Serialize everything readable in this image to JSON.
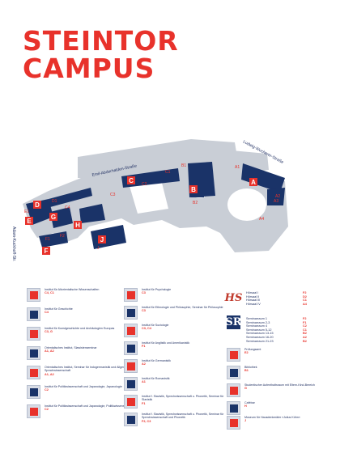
{
  "title": {
    "line1": "STEINTOR",
    "line2": "CAMPUS"
  },
  "map": {
    "streets": {
      "ludwig": "Ludwig-Wucherer-Straße",
      "emil": "Emil-Abderhalden-Straße",
      "adam": "Adam-Kuckhoff-Str."
    },
    "buildings": [
      "A",
      "B",
      "C",
      "D",
      "E",
      "F",
      "G",
      "H",
      "J"
    ],
    "labels": [
      "A1",
      "A2",
      "A3",
      "A4",
      "B1",
      "B2",
      "C1",
      "C2",
      "C3",
      "C4",
      "D1",
      "E1",
      "F1",
      "F2",
      "J"
    ]
  },
  "legend": {
    "col1": [
      {
        "name": "Institut für Altorientalische Wissenschaften",
        "code": "C4, C1"
      },
      {
        "name": "Institut für Geschichte",
        "code": "C4"
      },
      {
        "name": "Institut für Kunstgeschichte und Archäologien Europas",
        "code": "C3, G"
      },
      {
        "name": "Orientalisches Institut, Slawistenseminar",
        "code": "A1, A2"
      },
      {
        "name": "Orientalisches Institut, Seminar für Indogermanistik und Allgemeine Sprachwissenschaft",
        "code": "A1, A2"
      },
      {
        "name": "Institut für Politikwissenschaft und Japanologie, Japanologie",
        "code": "C2"
      },
      {
        "name": "Institut für Politikwissenschaft und Japanologie, Politikwissenschaft",
        "code": "C2"
      }
    ],
    "col2": [
      {
        "name": "Institut für Psychologie",
        "code": "C3"
      },
      {
        "name": "Institut für Ethnologie und Philosophie, Seminar für Philosophie",
        "code": "C3"
      },
      {
        "name": "Institut für Soziologie",
        "code": "C3, C4"
      },
      {
        "name": "Institut für Anglistik und Amerikanistik",
        "code": "F1"
      },
      {
        "name": "Institut für Germanistik",
        "code": "A2"
      },
      {
        "name": "Institut für Romanistik",
        "code": "A1"
      },
      {
        "name": "Institut f. Slavistik, Sprechwissenschaft u. Phonetik, Seminar für Slavistik",
        "code": "F1"
      },
      {
        "name": "Institut f. Slavistik, Sprechwissenschaft u. Phonetik, Seminar für Sprechwissenschaft und Phonetik",
        "code": "F2, C3"
      }
    ],
    "lecture_halls": [
      {
        "name": "Hörsaal I",
        "code": "F2"
      },
      {
        "name": "Hörsaal II",
        "code": "D2"
      },
      {
        "name": "Hörsaal III",
        "code": "C1"
      },
      {
        "name": "Hörsaal IV",
        "code": "A4"
      }
    ],
    "seminar_rooms": [
      {
        "name": "Seminarraum 1",
        "code": "F2"
      },
      {
        "name": "Seminarraum 2-3",
        "code": "F1"
      },
      {
        "name": "Seminarraum 4",
        "code": "C2"
      },
      {
        "name": "Seminarraum 5-12",
        "code": "C1"
      },
      {
        "name": "Seminarraum 13-15",
        "code": "B2"
      },
      {
        "name": "Seminarraum 16-20",
        "code": "A2"
      },
      {
        "name": "Seminarraum 21-23",
        "code": "B2"
      }
    ],
    "col3_other": [
      {
        "name": "Prüfungsamt",
        "code": "E2"
      },
      {
        "name": "Bibliothek",
        "code": "B1"
      },
      {
        "name": "Studentischer Aufenthaltsraum mit Eltern-Kind-Bereich",
        "code": "G"
      },
      {
        "name": "Cafébar",
        "code": "H"
      },
      {
        "name": "Museum für Hausdenkmäler »Julius Kühn«",
        "code": "J"
      }
    ],
    "icons": {
      "hs": "HS",
      "sr": "SR",
      "pa": "PA",
      "jk": "JK"
    }
  },
  "colors": {
    "accent": "#e8322b",
    "navy": "#1a3368",
    "ground": "#c9ced6"
  }
}
